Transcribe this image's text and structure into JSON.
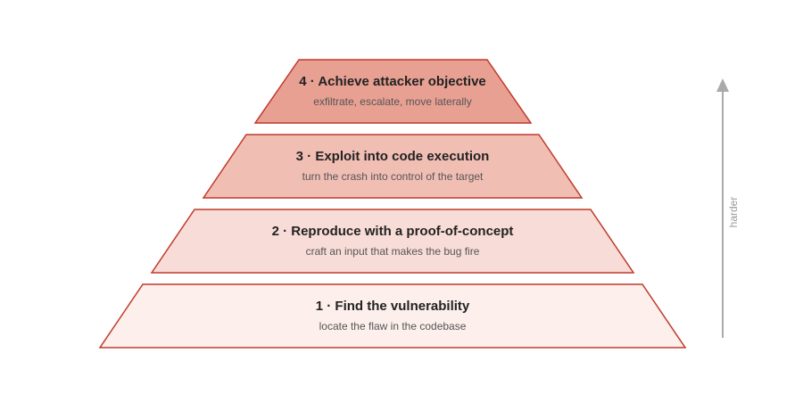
{
  "tiers": [
    {
      "level": 4,
      "title": "4 · Achieve attacker objective",
      "subtitle": "exfiltrate, escalate, move laterally",
      "fill": "#e8a093"
    },
    {
      "level": 3,
      "title": "3 · Exploit into code execution",
      "subtitle": "turn the crash into control of the target",
      "fill": "#f1beb4"
    },
    {
      "level": 2,
      "title": "2 · Reproduce with a proof-of-concept",
      "subtitle": "craft an input that makes the bug fire",
      "fill": "#f8dcd7"
    },
    {
      "level": 1,
      "title": "1 · Find the vulnerability",
      "subtitle": "locate the flaw in the codebase",
      "fill": "#fcefec"
    }
  ],
  "axis": {
    "label": "harder"
  },
  "colors": {
    "stroke": "#c0392b",
    "arrow": "#aaaaaa"
  }
}
